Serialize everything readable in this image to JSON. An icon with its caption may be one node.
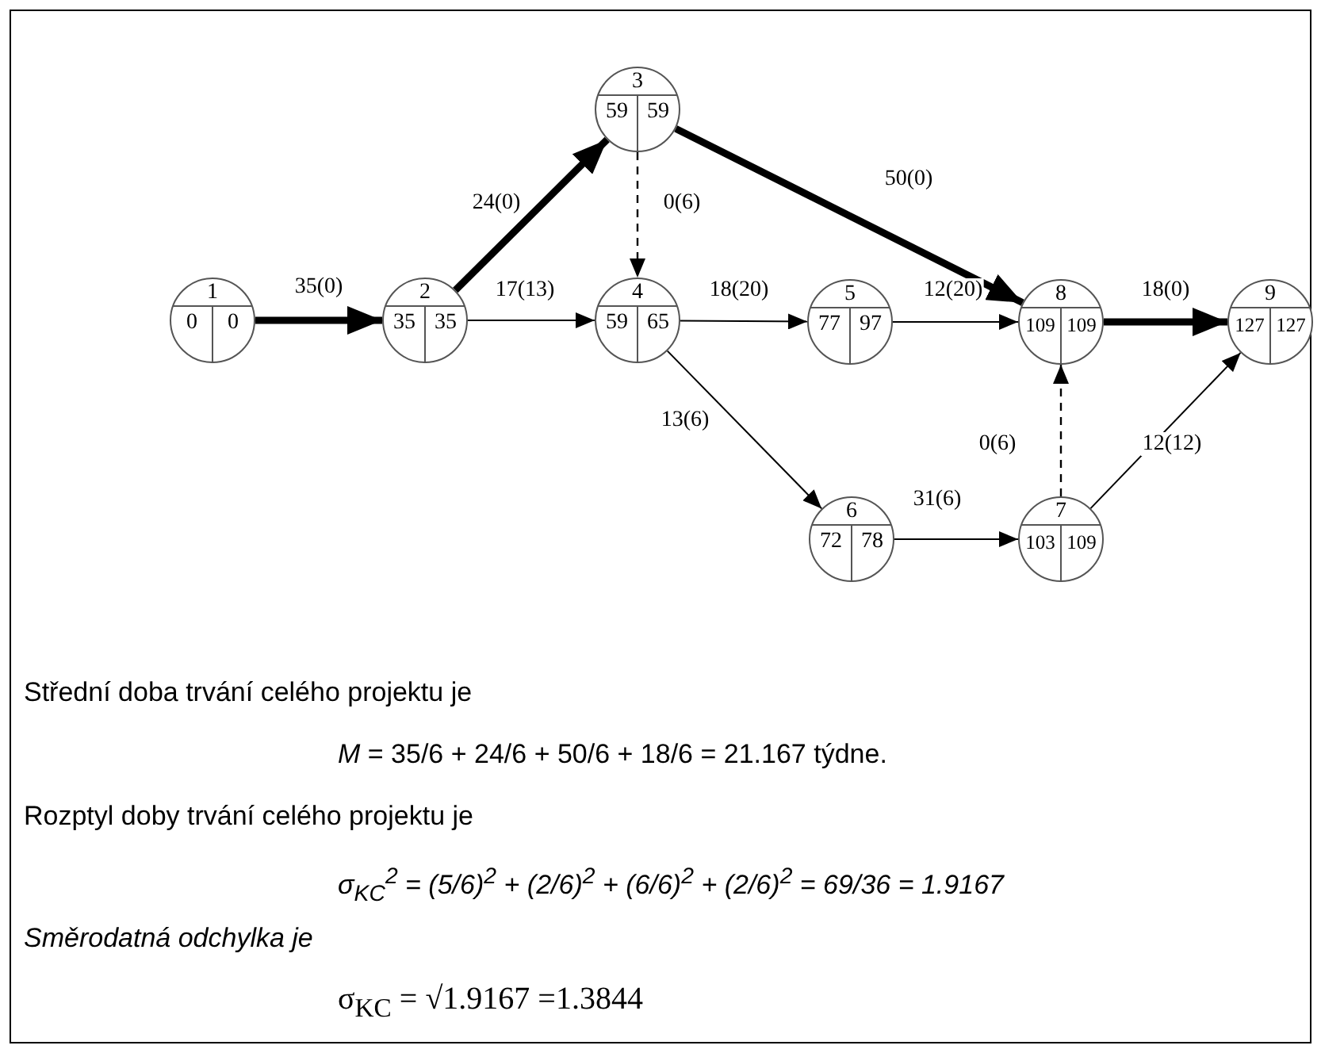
{
  "diagram": {
    "nodes": [
      {
        "text": [
          "1",
          "0",
          "0"
        ]
      },
      {
        "text": [
          "2",
          "35",
          "35"
        ]
      },
      {
        "text": [
          "3",
          "59",
          "59"
        ]
      },
      {
        "text": [
          "4",
          "59",
          "65"
        ]
      },
      {
        "text": [
          "5",
          "77",
          "97"
        ]
      },
      {
        "text": [
          "6",
          "72",
          "78"
        ]
      },
      {
        "text": [
          "7",
          "103",
          "109"
        ]
      },
      {
        "text": [
          "8",
          "109",
          "109"
        ]
      },
      {
        "text": [
          "9",
          "127",
          "127"
        ]
      }
    ],
    "edges": [
      {
        "from": 0,
        "to": 1,
        "arrow": "to",
        "label": "35(0)",
        "style": "thick"
      },
      {
        "from": 1,
        "to": 2,
        "arrow": "to",
        "label": "24(0)",
        "style": "thick"
      },
      {
        "from": 1,
        "to": 3,
        "arrow": "to",
        "label": "17(13)"
      },
      {
        "from": 2,
        "to": 3,
        "arrow": "to",
        "label": "0(6)",
        "style": "dashed"
      },
      {
        "from": 2,
        "to": 7,
        "arrow": "to",
        "label": "50(0)",
        "style": "thick"
      },
      {
        "from": 3,
        "to": 4,
        "arrow": "to",
        "label": "18(20)"
      },
      {
        "from": 4,
        "to": 7,
        "arrow": "to",
        "label": "12(20)"
      },
      {
        "from": 3,
        "to": 5,
        "arrow": "to",
        "label": "13(6)"
      },
      {
        "from": 5,
        "to": 6,
        "arrow": "to",
        "label": "31(6)"
      },
      {
        "from": 6,
        "to": 7,
        "arrow": "to",
        "label": "0(6)",
        "style": "dashed"
      },
      {
        "from": 6,
        "to": 8,
        "arrow": "to",
        "label": "12(12)"
      },
      {
        "from": 7,
        "to": 8,
        "arrow": "to",
        "label": "18(0)",
        "style": "thick"
      }
    ],
    "labels": [
      "Střední doba trvání celého projektu je",
      "*M* = 35/6 + 24/6 + 50/6 + 18/6 = 21.167 týdne.",
      "Rozptyl doby trvání celého projektu je",
      "σ$_{KC}$$^{2}$ = (5/6)$^{2}$ + (2/6)$^{2}$ + (6/6)$^{2}$ + (2/6)$^{2}$ = 69/36 = 1.9167",
      "Směrodatná odchylka je",
      "σ$_{KC}$ = √1.9167 =1.3844"
    ]
  }
}
